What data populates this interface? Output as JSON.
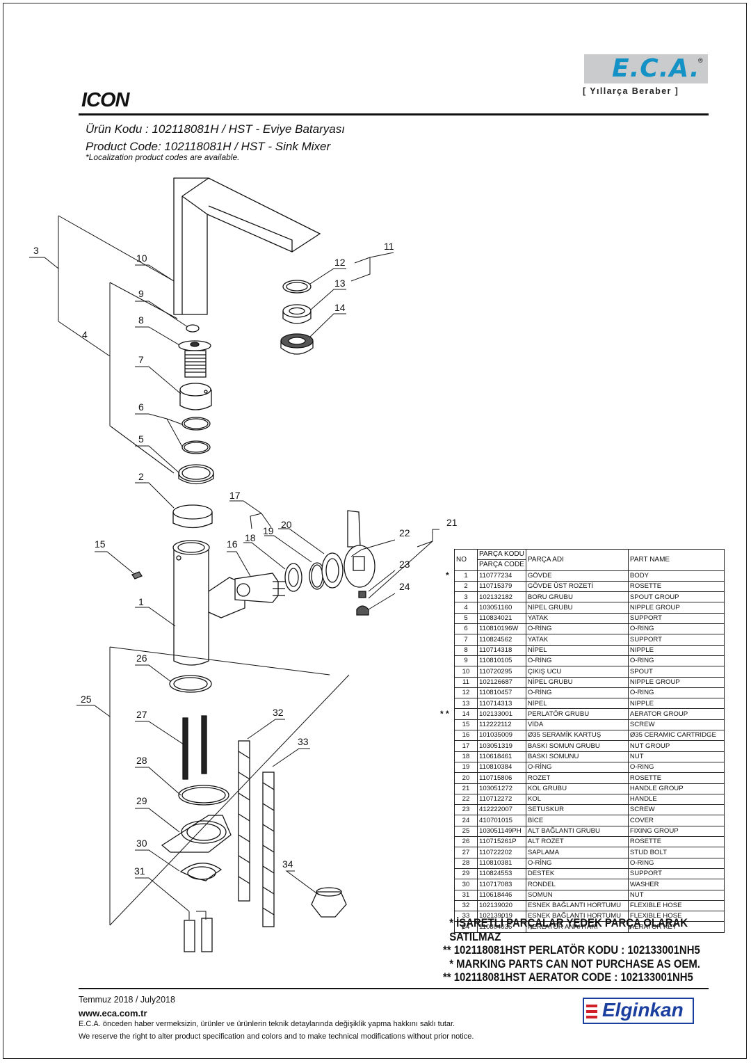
{
  "header": {
    "brand": "E.C.A.",
    "slogan": "[ Yıllarça Beraber ]",
    "title": "ICON",
    "product_code_tr": "Ürün Kodu : 102118081H / HST - Eviye Bataryası",
    "product_code_en": "Product Code: 102118081H / HST - Sink Mixer",
    "localization_note": "*Localization product codes are available."
  },
  "table": {
    "headers": {
      "no": "NO",
      "code_tr": "PARÇA KODU",
      "code_en": "PARÇA CODE",
      "name_tr": "PARÇA ADI",
      "name_en": "PART NAME"
    },
    "rows": [
      {
        "marker": "*",
        "no": "1",
        "code": "110777234",
        "name_tr": "GÖVDE",
        "name_en": "BODY"
      },
      {
        "marker": "",
        "no": "2",
        "code": "110715379",
        "name_tr": "GÖVDE ÜST ROZETİ",
        "name_en": "ROSETTE"
      },
      {
        "marker": "",
        "no": "3",
        "code": "102132182",
        "name_tr": "BORU GRUBU",
        "name_en": "SPOUT GROUP"
      },
      {
        "marker": "",
        "no": "4",
        "code": "103051160",
        "name_tr": "NİPEL GRUBU",
        "name_en": "NIPPLE GROUP"
      },
      {
        "marker": "",
        "no": "5",
        "code": "110834021",
        "name_tr": "YATAK",
        "name_en": "SUPPORT"
      },
      {
        "marker": "",
        "no": "6",
        "code": "110810196W",
        "name_tr": "O-RİNG",
        "name_en": "O-RING"
      },
      {
        "marker": "",
        "no": "7",
        "code": "110824562",
        "name_tr": "YATAK",
        "name_en": "SUPPORT"
      },
      {
        "marker": "",
        "no": "8",
        "code": "110714318",
        "name_tr": "NİPEL",
        "name_en": "NIPPLE"
      },
      {
        "marker": "",
        "no": "9",
        "code": "110810105",
        "name_tr": "O-RİNG",
        "name_en": "O-RING"
      },
      {
        "marker": "",
        "no": "10",
        "code": "110720295",
        "name_tr": "ÇIKIŞ UCU",
        "name_en": "SPOUT"
      },
      {
        "marker": "",
        "no": "11",
        "code": "102126687",
        "name_tr": "NİPEL GRUBU",
        "name_en": "NIPPLE GROUP"
      },
      {
        "marker": "",
        "no": "12",
        "code": "110810457",
        "name_tr": "O-RİNG",
        "name_en": "O-RING"
      },
      {
        "marker": "",
        "no": "13",
        "code": "110714313",
        "name_tr": "NİPEL",
        "name_en": "NIPPLE"
      },
      {
        "marker": "* *",
        "no": "14",
        "code": "102133001",
        "name_tr": "PERLATÖR GRUBU",
        "name_en": "AERATOR GROUP"
      },
      {
        "marker": "",
        "no": "15",
        "code": "112222112",
        "name_tr": "VİDA",
        "name_en": "SCREW"
      },
      {
        "marker": "",
        "no": "16",
        "code": "101035009",
        "name_tr": "Ø35 SERAMİK KARTUŞ",
        "name_en": "Ø35 CERAMIC CARTRIDGE"
      },
      {
        "marker": "",
        "no": "17",
        "code": "103051319",
        "name_tr": "BASKI SOMUN GRUBU",
        "name_en": "NUT GROUP"
      },
      {
        "marker": "",
        "no": "18",
        "code": "110618461",
        "name_tr": "BASKI SOMUNU",
        "name_en": "NUT"
      },
      {
        "marker": "",
        "no": "19",
        "code": "110810384",
        "name_tr": "O-RİNG",
        "name_en": "O-RING"
      },
      {
        "marker": "",
        "no": "20",
        "code": "110715806",
        "name_tr": "ROZET",
        "name_en": "ROSETTE"
      },
      {
        "marker": "",
        "no": "21",
        "code": "103051272",
        "name_tr": "KOL GRUBU",
        "name_en": "HANDLE GROUP"
      },
      {
        "marker": "",
        "no": "22",
        "code": "110712272",
        "name_tr": "KOL",
        "name_en": "HANDLE"
      },
      {
        "marker": "",
        "no": "23",
        "code": "412222007",
        "name_tr": "SETUSKUR",
        "name_en": "SCREW"
      },
      {
        "marker": "",
        "no": "24",
        "code": "410701015",
        "name_tr": "BİCE",
        "name_en": "COVER"
      },
      {
        "marker": "",
        "no": "25",
        "code": "103051149PH",
        "name_tr": "ALT BAĞLANTI GRUBU",
        "name_en": "FIXING GROUP"
      },
      {
        "marker": "",
        "no": "26",
        "code": "110715261P",
        "name_tr": "ALT ROZET",
        "name_en": "ROSETTE"
      },
      {
        "marker": "",
        "no": "27",
        "code": "110722202",
        "name_tr": "SAPLAMA",
        "name_en": "STUD BOLT"
      },
      {
        "marker": "",
        "no": "28",
        "code": "110810381",
        "name_tr": "O-RİNG",
        "name_en": "O-RING"
      },
      {
        "marker": "",
        "no": "29",
        "code": "110824553",
        "name_tr": "DESTEK",
        "name_en": "SUPPORT"
      },
      {
        "marker": "",
        "no": "30",
        "code": "110717083",
        "name_tr": "RONDEL",
        "name_en": "WASHER"
      },
      {
        "marker": "",
        "no": "31",
        "code": "110618446",
        "name_tr": "SOMUN",
        "name_en": "NUT"
      },
      {
        "marker": "",
        "no": "32",
        "code": "102139020",
        "name_tr": "ESNEK BAĞLANTI HORTUMU",
        "name_en": "FLEXIBLE HOSE"
      },
      {
        "marker": "",
        "no": "33",
        "code": "102139019",
        "name_tr": "ESNEK BAĞLANTI HORTUMU",
        "name_en": "FLEXIBLE HOSE"
      },
      {
        "marker": "",
        "no": "34",
        "code": "110804036",
        "name_tr": "PERLATÖR ANAHTARI",
        "name_en": "AERATOR KEY"
      }
    ]
  },
  "notes": [
    "* İŞARETLİ PARÇALAR YEDEK PARÇA OLARAK SATILMAZ",
    "** 102118081HST PERLATÖR KODU : 102133001NH5",
    "* MARKING PARTS CAN NOT PURCHASE AS OEM.",
    "** 102118081HST AERATOR CODE : 102133001NH5"
  ],
  "diagram": {
    "callouts": [
      "1",
      "2",
      "3",
      "4",
      "5",
      "6",
      "7",
      "8",
      "9",
      "10",
      "11",
      "12",
      "13",
      "14",
      "15",
      "16",
      "17",
      "18",
      "19",
      "20",
      "21",
      "22",
      "23",
      "24",
      "25",
      "26",
      "27",
      "28",
      "29",
      "30",
      "31",
      "32",
      "33",
      "34"
    ]
  },
  "footer": {
    "date": "Temmuz 2018 / July2018",
    "website": "www.eca.com.tr",
    "disclaimer_tr": "E.C.A. önceden haber vermeksizin, ürünler ve ürünlerin teknik detaylarında değişiklik yapma hakkını saklı tutar.",
    "disclaimer_en": "We reserve the right to alter product specification and colors and to make technical modifications without prior notice.",
    "distributor": "Elginkan"
  }
}
